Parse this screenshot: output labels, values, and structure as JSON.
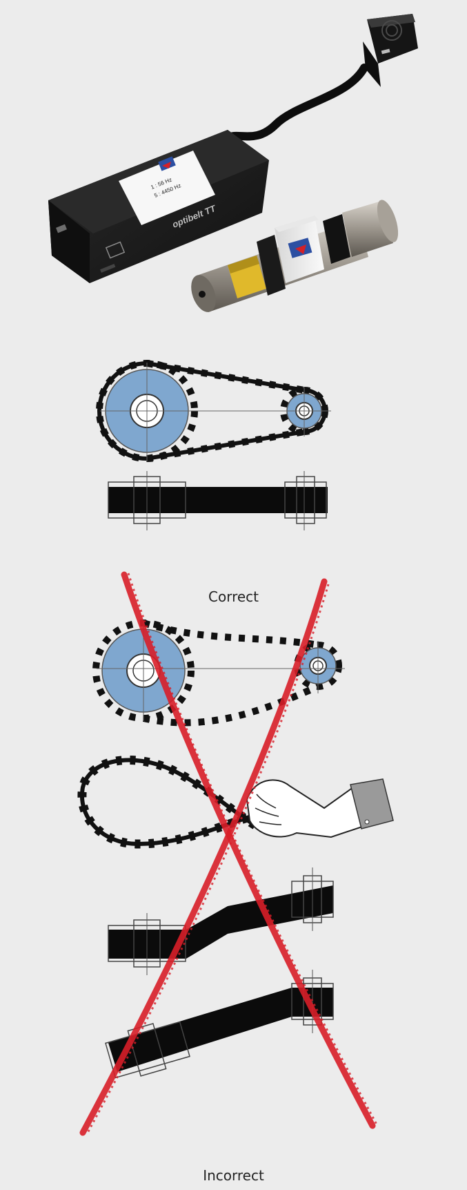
{
  "device": {
    "brand_label": "optibelt TT",
    "screen_line_1": "1  :      56 Hz",
    "screen_line_2": "5  :    4450 Hz"
  },
  "captions": {
    "correct": "Correct",
    "incorrect": "Incorrect"
  },
  "colors": {
    "background": "#ececec",
    "pulley_fill": "#7fa7cf",
    "belt": "#0a0a0a",
    "cross_red": "#d81e28",
    "device_body": "#1c1c1c",
    "laser_accent": "#e0b92b"
  },
  "icons": [
    "optibelt-logo",
    "hand-icon",
    "laser-sensor"
  ]
}
